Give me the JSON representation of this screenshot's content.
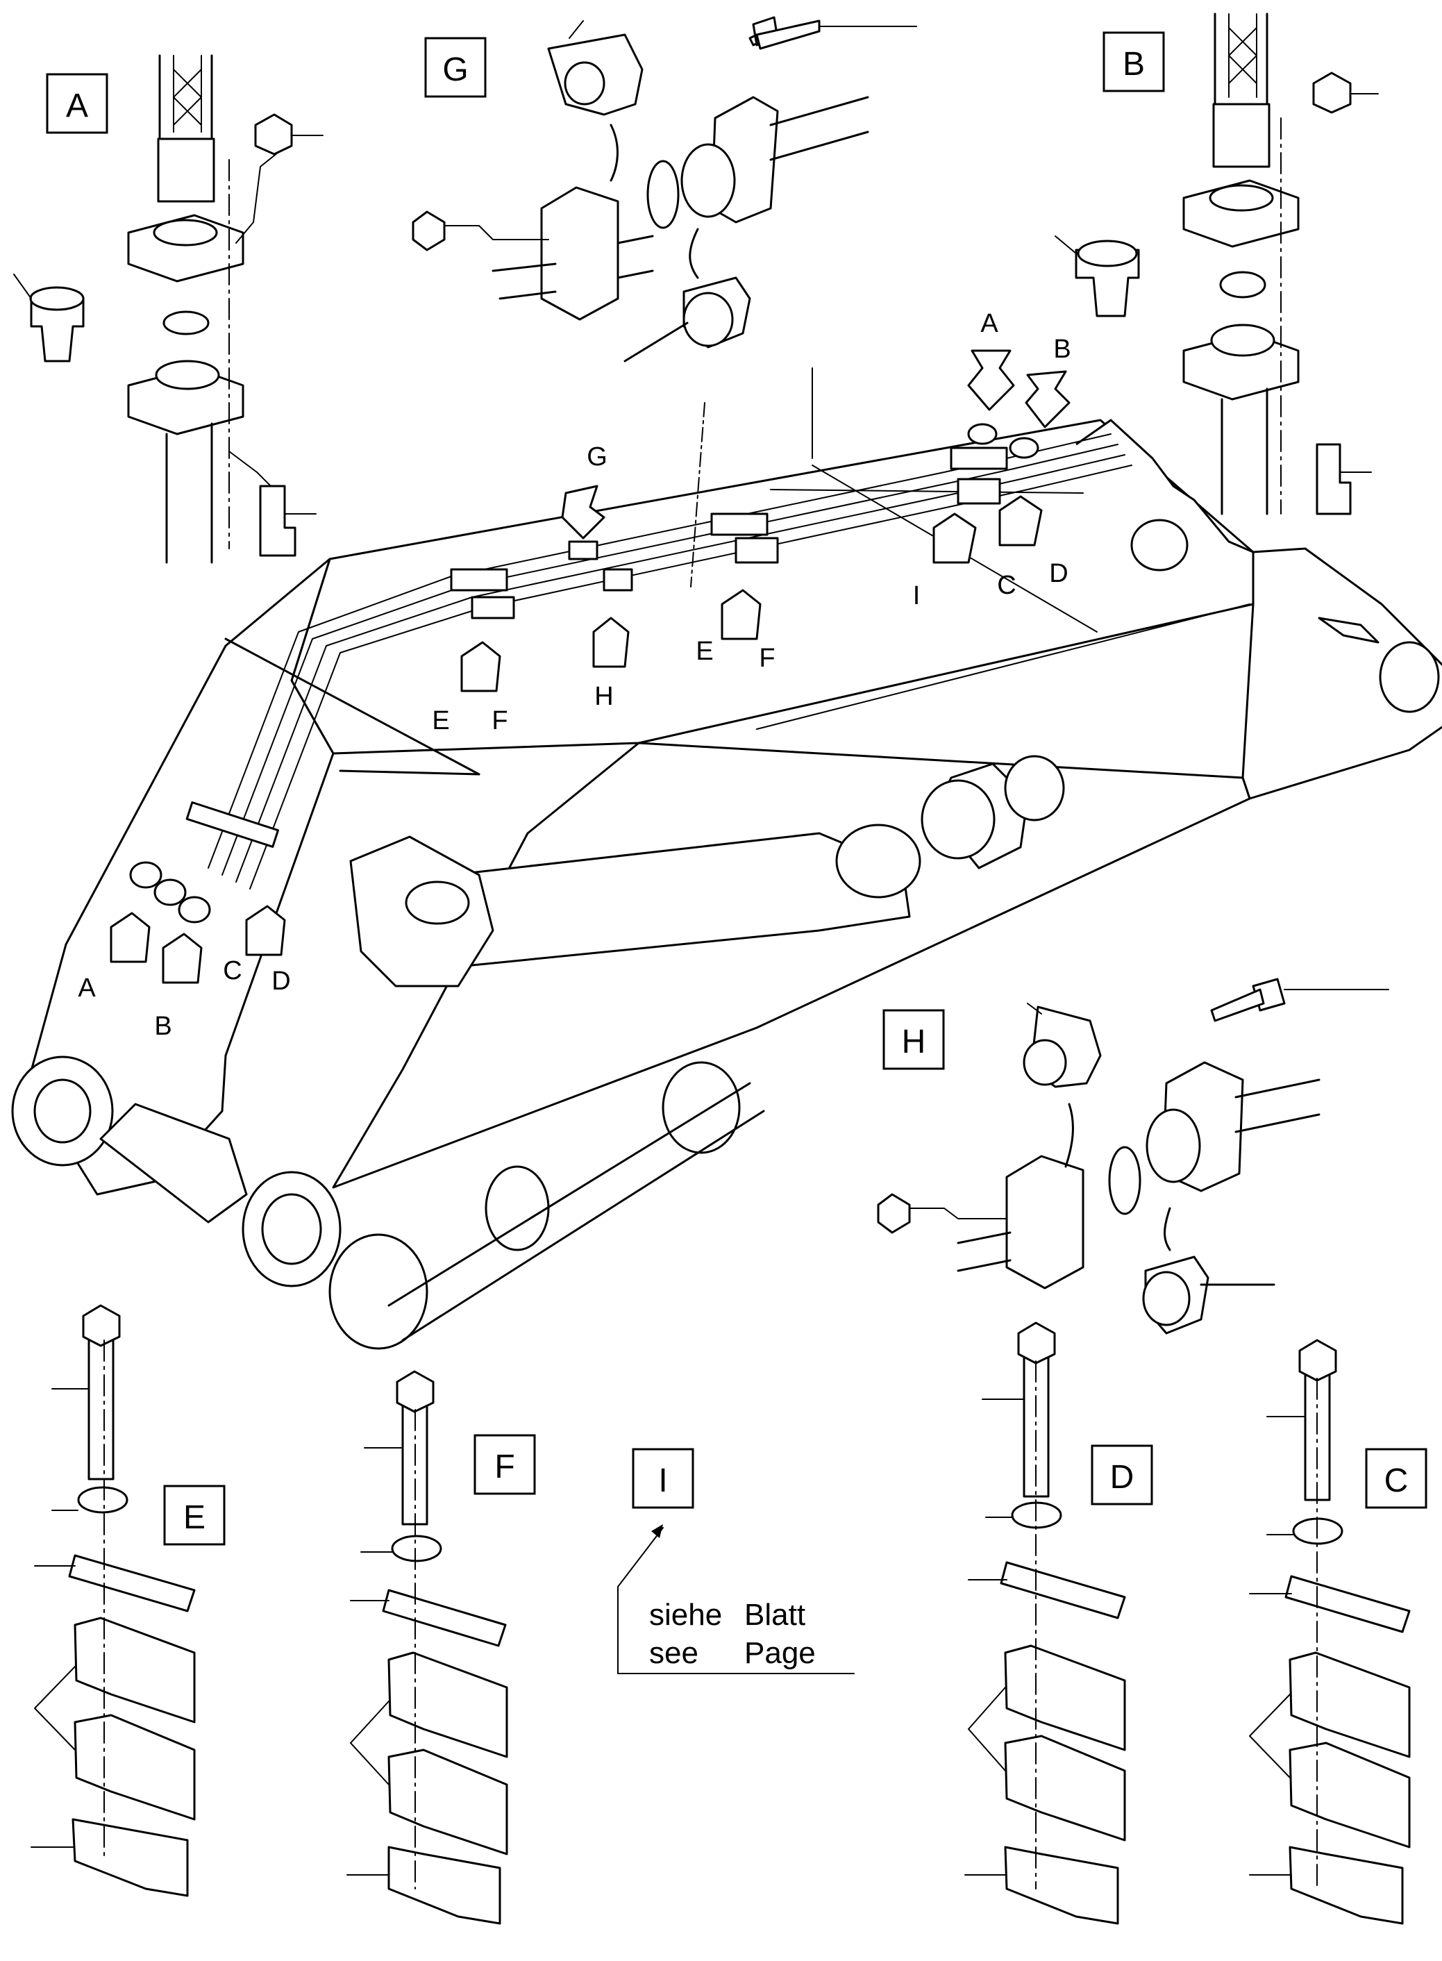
{
  "callouts": [
    {
      "id": "detail-a",
      "label": "A"
    },
    {
      "id": "detail-b",
      "label": "B"
    },
    {
      "id": "detail-g",
      "label": "G"
    },
    {
      "id": "detail-h",
      "label": "H"
    },
    {
      "id": "detail-e",
      "label": "E"
    },
    {
      "id": "detail-f",
      "label": "F"
    },
    {
      "id": "detail-i",
      "label": "I"
    },
    {
      "id": "detail-d",
      "label": "D"
    },
    {
      "id": "detail-c",
      "label": "C"
    }
  ],
  "arrow_labels": {
    "g": "G",
    "h": "H",
    "i": "I",
    "a_top": "A",
    "b_top": "B",
    "c_top": "C",
    "d_top": "D",
    "e1": "E",
    "f1": "F",
    "e2": "E",
    "f2": "F",
    "a_left": "A",
    "b_left": "B",
    "c_left": "C",
    "d_left": "D"
  },
  "note": {
    "line1_de": "siehe",
    "line1_de2": "Blatt",
    "line2_en": "see",
    "line2_en2": "Page"
  }
}
